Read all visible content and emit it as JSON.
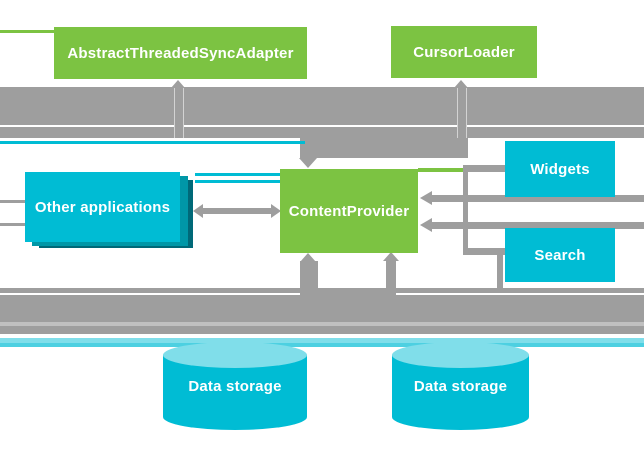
{
  "diagram": {
    "nodes": {
      "sync_adapter": {
        "label": "AbstractThreadedSyncAdapter"
      },
      "cursor_loader": {
        "label": "CursorLoader"
      },
      "other_applications": {
        "label": "Other applications"
      },
      "content_provider": {
        "label": "ContentProvider"
      },
      "widgets": {
        "label": "Widgets"
      },
      "search": {
        "label": "Search"
      },
      "data_storage_left": {
        "label": "Data storage"
      },
      "data_storage_right": {
        "label": "Data storage"
      }
    },
    "colors": {
      "green": "#7CC342",
      "cyan": "#00BCD4",
      "cyan_mid": "#0097A7",
      "cyan_dark": "#006978",
      "cyan_light": "#80DEEA",
      "cyan_soft": "#4DD0E1",
      "gray": "#9E9E9E",
      "text": "#FFFFFF"
    }
  }
}
